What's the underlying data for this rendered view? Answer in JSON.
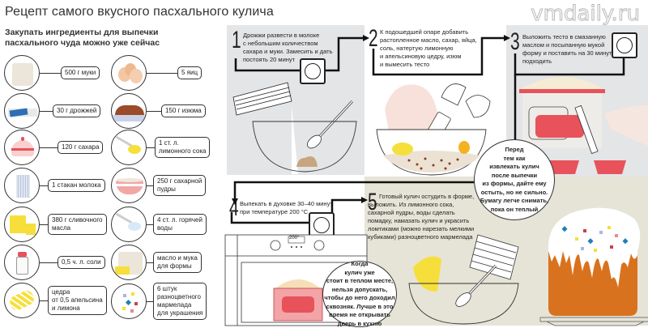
{
  "header": {
    "title": "Рецепт самого вкусного пасхального кулича",
    "watermark": "vmdaily.ru",
    "subtitle": "Закупать ингредиенты для выпечки пасхального чуда можно уже сейчас"
  },
  "ingredients": [
    {
      "label": "500 г муки",
      "icon": "flour-sack-icon"
    },
    {
      "label": "5 яиц",
      "icon": "eggs-icon"
    },
    {
      "label": "30 г дрожжей",
      "icon": "yeast-pack-icon"
    },
    {
      "label": "150 г изюма",
      "icon": "raisins-icon"
    },
    {
      "label": "120 г сахара",
      "icon": "sugar-bowl-icon"
    },
    {
      "label": "1 ст. л.\nлимонного сока",
      "icon": "lemon-spoon-icon"
    },
    {
      "label": "1 стакан молока",
      "icon": "milk-glass-icon"
    },
    {
      "label": "250 г сахарной\nпудры",
      "icon": "powdered-sugar-bowl-icon"
    },
    {
      "label": "380 г сливочного\nмасла",
      "icon": "butter-icon"
    },
    {
      "label": "4 ст. л. горячей\nводы",
      "icon": "water-spoon-icon"
    },
    {
      "label": "0,5 ч. л. соли",
      "icon": "salt-shaker-icon"
    },
    {
      "label": "масло и мука\nдля формы",
      "icon": "butter-flour-icon"
    },
    {
      "label": "цедра\nот 0,5 апельсина\nи лимона",
      "icon": "zest-icon"
    },
    {
      "label": "6 штук\nразноцветного\nмармелада\nдля украшения",
      "icon": "marmalade-icon"
    }
  ],
  "steps": [
    {
      "num": "1",
      "text": "Дрожжи развести в молоке\nс небольшим количеством\nсахара и муки. Замесить и дать\nпостоять 20 минут"
    },
    {
      "num": "2",
      "text": "К подошедшей опаре добавить\nрастопленное масло, сахар, яйца,\nсоль, натертую лимонную\nи апельсиновую цедру, изюм\nи вымесить тесто"
    },
    {
      "num": "3",
      "text": "Выложить тесто в смазанную\nмаслом и посыпанную мукой\nформу и поставить на 30 минут\nподходить"
    },
    {
      "num": "4",
      "text": "Выпекать в духовке 30–40 минут\nпри температуре 200 °С"
    },
    {
      "num": "5",
      "text": "Готовый кулич остудить в форме,\nвыложить. Из лимонного сока,\nсахарной пудры, воды сделать\nпомадку, намазать кулич и украсить\nломтиками (можно нарезать мелкими\nкубиками) разноцветного мармелада"
    }
  ],
  "tips": [
    {
      "text": "Перед\nтем как\nизвлекать кулич\nпосле выпечки\nиз формы, дайте ему\nостыть, но не сильно.\nБумагу легче снимать,\nпока он теплый"
    },
    {
      "text": "Когда\nкулич уже\nстоит в теплом месте,\nнельзя допускать,\nчтобы до него доходил\nсквозняк. Лучше в это\nвремя не открывать\nдверь в кухню"
    }
  ],
  "oven": {
    "display": "200°"
  },
  "colors": {
    "panel_grey": "#e3e5e7",
    "panel_beige": "#e6e4d7",
    "accent_red": "#e8525a",
    "cake_orange": "#d9721e",
    "yellow": "#f6df3a"
  }
}
